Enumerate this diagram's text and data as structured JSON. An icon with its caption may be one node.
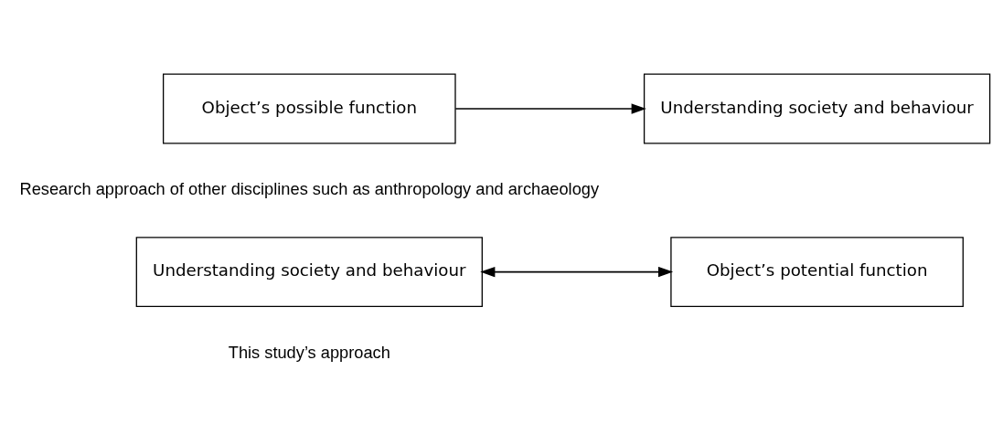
{
  "diagram": {
    "nodes": [
      {
        "text": [
          "Object’s possible function"
        ]
      },
      {
        "text": [
          "Understanding society and behaviour"
        ]
      },
      {
        "text": [
          "Understanding society and behaviour"
        ]
      },
      {
        "text": [
          "Object’s potential function"
        ]
      }
    ],
    "edges": [
      {
        "from": 0,
        "to": 1,
        "arrow": "to"
      },
      {
        "from": 2,
        "to": 3,
        "arrow": "both"
      }
    ],
    "labels": [
      "Research approach of other disciplines such as anthropology and archaeology",
      "This study’s approach"
    ]
  }
}
